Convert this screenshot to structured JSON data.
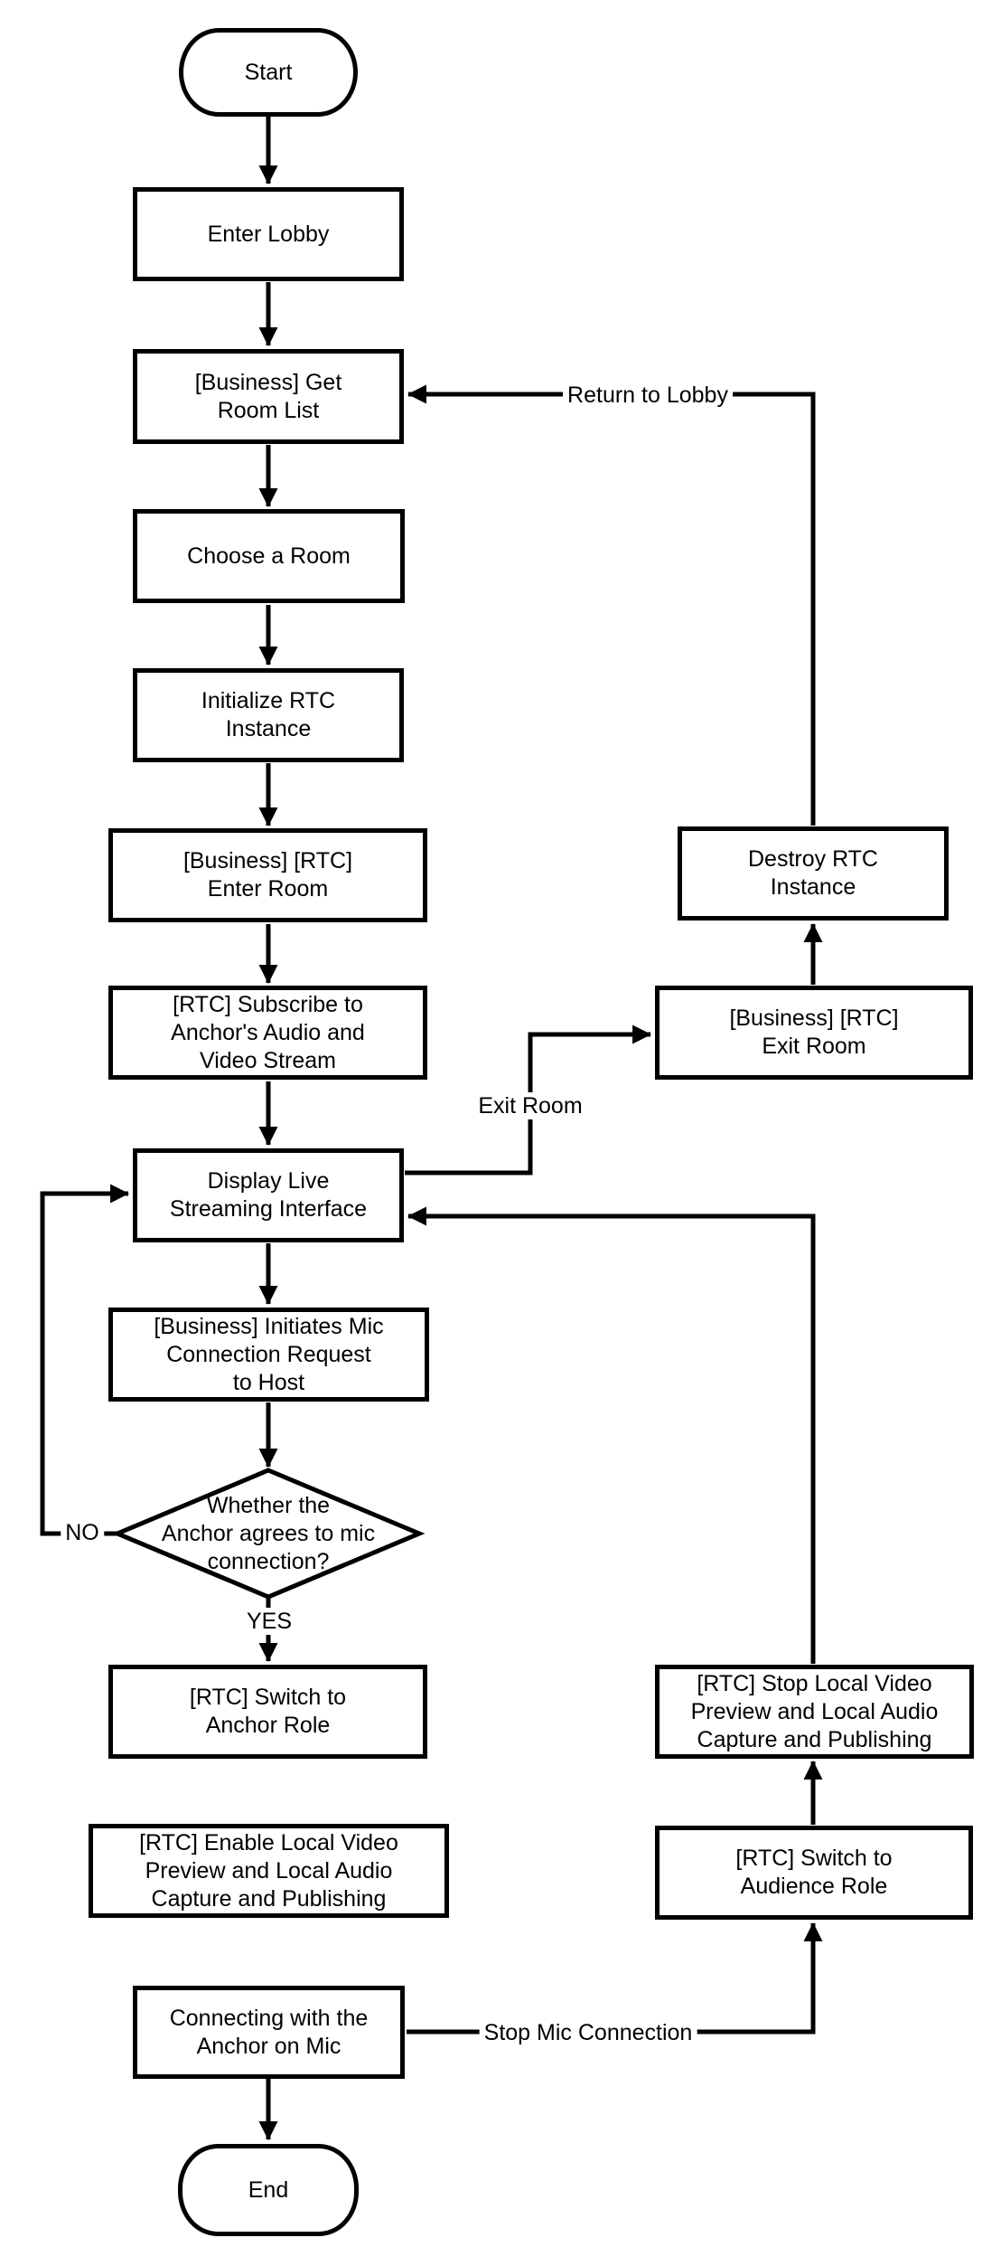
{
  "diagram": {
    "title": "Audience mic-connection live streaming flow",
    "colors": {
      "background": "#ffffff",
      "line": "#000000",
      "text": "#000000"
    }
  },
  "nodes": {
    "start": {
      "label": "Start",
      "type": "terminator"
    },
    "enter_lobby": {
      "label": "Enter Lobby",
      "type": "process"
    },
    "get_room_list": {
      "label": "[Business] Get\nRoom List",
      "type": "process"
    },
    "choose_room": {
      "label": "Choose a Room",
      "type": "process"
    },
    "init_rtc": {
      "label": "Initialize RTC\nInstance",
      "type": "process"
    },
    "enter_room": {
      "label": "[Business] [RTC]\nEnter Room",
      "type": "process"
    },
    "subscribe_stream": {
      "label": "[RTC] Subscribe to\nAnchor's Audio and\nVideo Stream",
      "type": "process"
    },
    "display_interface": {
      "label": "Display Live\nStreaming Interface",
      "type": "process"
    },
    "initiate_mic": {
      "label": "[Business] Initiates Mic\nConnection Request\nto Host",
      "type": "process"
    },
    "decision": {
      "label": "Whether the\nAnchor agrees to mic\nconnection?",
      "type": "decision"
    },
    "switch_anchor": {
      "label": "[RTC] Switch to\nAnchor Role",
      "type": "process"
    },
    "enable_local": {
      "label": "[RTC] Enable Local Video\nPreview and Local Audio\nCapture and Publishing",
      "type": "process"
    },
    "connecting_mic": {
      "label": "Connecting with the\nAnchor on Mic",
      "type": "process"
    },
    "end": {
      "label": "End",
      "type": "terminator"
    },
    "destroy_rtc": {
      "label": "Destroy RTC\nInstance",
      "type": "process"
    },
    "exit_room": {
      "label": "[Business] [RTC]\nExit Room",
      "type": "process"
    },
    "stop_local": {
      "label": "[RTC] Stop Local Video\nPreview and Local Audio\nCapture and Publishing",
      "type": "process"
    },
    "switch_audience": {
      "label": "[RTC] Switch to\nAudience Role",
      "type": "process"
    }
  },
  "edges": {
    "return_to_lobby": "Return to Lobby",
    "exit_room": "Exit Room",
    "stop_mic": "Stop Mic Connection",
    "no": "NO",
    "yes": "YES"
  }
}
